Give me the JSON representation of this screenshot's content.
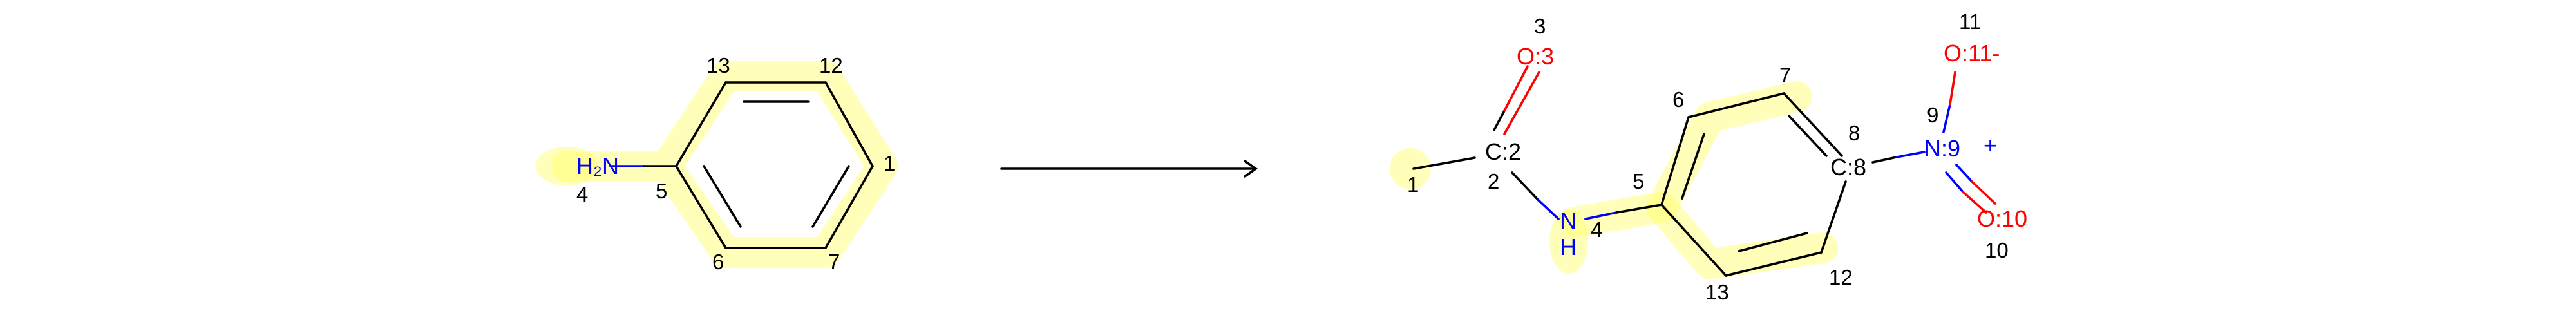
{
  "reactant": {
    "atoms": {
      "n_label": "H₂N",
      "n_map": "4",
      "c5_map": "5",
      "c13_map": "13",
      "c12_map": "12",
      "c1_map": "1",
      "c7_map": "7",
      "c6_map": "6"
    }
  },
  "product": {
    "atoms": {
      "ch3_map": "1",
      "c2_label": "C:2",
      "c2_map": "2",
      "o3_label": "O:3",
      "o3_map": "3",
      "n4_label": "N",
      "n4_h": "H",
      "n4_map": "4",
      "c5_map": "5",
      "c6_map": "6",
      "c7_map": "7",
      "c8_label": "C:8",
      "c8_map": "8",
      "n9_label": "N:9",
      "n9_map": "9",
      "n9_charge": "+",
      "o11_label": "O:11-",
      "o11_map": "11",
      "o10_label": "O:10",
      "o10_map": "10",
      "c12_map": "12",
      "c13_map": "13"
    }
  },
  "colors": {
    "nitrogen": "#0000ff",
    "oxygen": "#ff0000",
    "carbon": "#000000",
    "highlight": "#ffff66"
  }
}
